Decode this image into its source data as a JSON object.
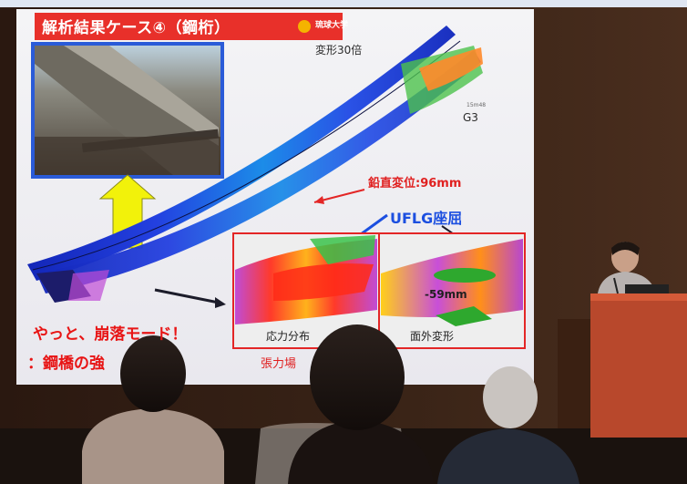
{
  "slide": {
    "title": "解析結果ケース④（鋼桁）",
    "university": "琉球大学",
    "deformation_scale": "変形30倍",
    "girder_label": "G3",
    "small_axis_label": "15m48",
    "vertical_displacement": "鉛直変位:96mm",
    "buckling_label": "UFLG座屈",
    "out_of_plane_value": "-59mm",
    "stress_caption": "応力分布",
    "deform_caption": "面外変形",
    "tension_caption": "張力場",
    "bottom_line1": "やっと、崩落モード！",
    "bottom_line2": "：鋼橋の強"
  },
  "colors": {
    "slide_title_bar": "#e8302a",
    "callout_box": "#e32626",
    "highlight_arrow": "#f2f20a",
    "speaker_podium": "#b8482c"
  }
}
